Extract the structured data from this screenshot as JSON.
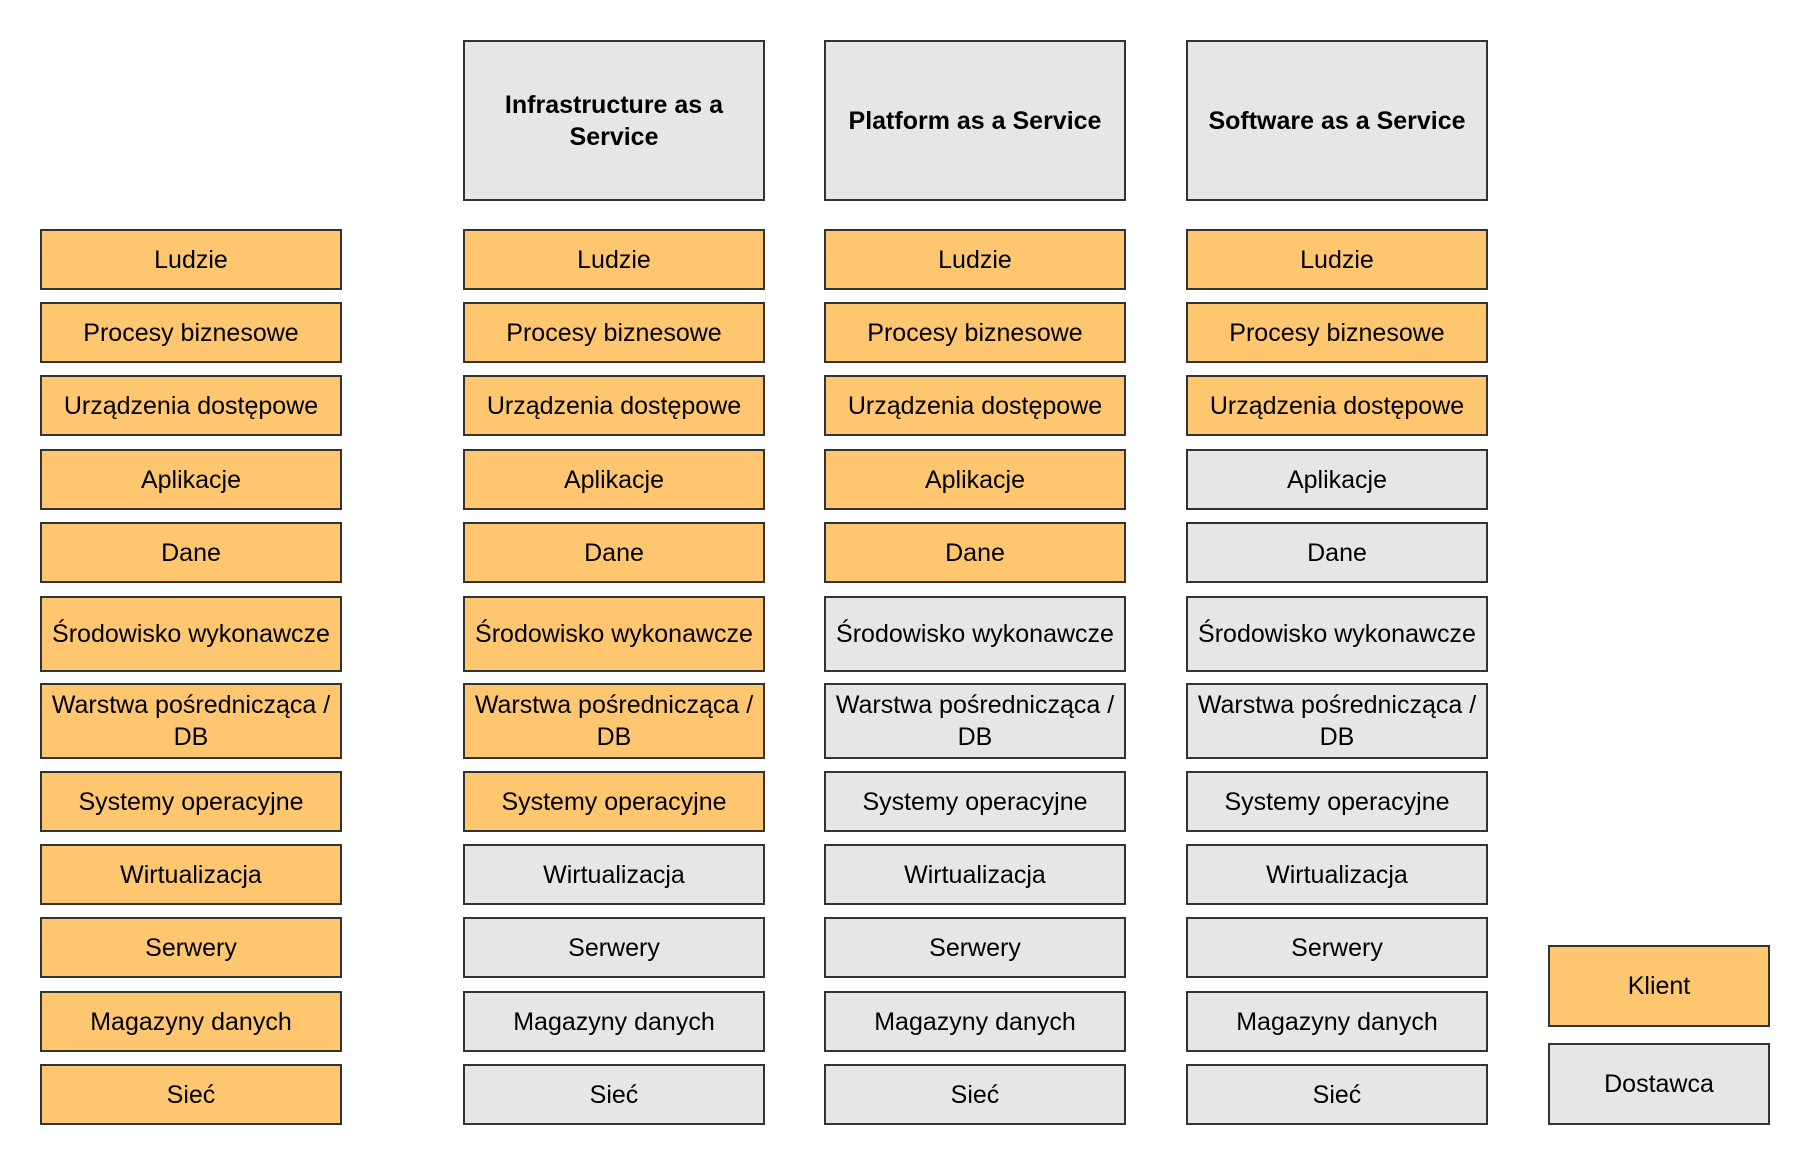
{
  "colors": {
    "client": "#ffc670",
    "provider": "#e6e6e6",
    "border": "#333333"
  },
  "columns": [
    {
      "id": "on-premises",
      "title": "",
      "layers": [
        {
          "label": "Ludzie",
          "owner": "client"
        },
        {
          "label": "Procesy biznesowe",
          "owner": "client"
        },
        {
          "label": "Urządzenia dostępowe",
          "owner": "client"
        },
        {
          "label": "Aplikacje",
          "owner": "client"
        },
        {
          "label": "Dane",
          "owner": "client"
        },
        {
          "label": "Środowisko wykonawcze",
          "owner": "client"
        },
        {
          "label": "Warstwa pośrednicząca / DB",
          "owner": "client"
        },
        {
          "label": "Systemy operacyjne",
          "owner": "client"
        },
        {
          "label": "Wirtualizacja",
          "owner": "client"
        },
        {
          "label": "Serwery",
          "owner": "client"
        },
        {
          "label": "Magazyny danych",
          "owner": "client"
        },
        {
          "label": "Sieć",
          "owner": "client"
        }
      ]
    },
    {
      "id": "iaas",
      "title": "Infrastructure as a Service",
      "layers": [
        {
          "label": "Ludzie",
          "owner": "client"
        },
        {
          "label": "Procesy biznesowe",
          "owner": "client"
        },
        {
          "label": "Urządzenia dostępowe",
          "owner": "client"
        },
        {
          "label": "Aplikacje",
          "owner": "client"
        },
        {
          "label": "Dane",
          "owner": "client"
        },
        {
          "label": "Środowisko wykonawcze",
          "owner": "client"
        },
        {
          "label": "Warstwa pośrednicząca / DB",
          "owner": "client"
        },
        {
          "label": "Systemy operacyjne",
          "owner": "client"
        },
        {
          "label": "Wirtualizacja",
          "owner": "provider"
        },
        {
          "label": "Serwery",
          "owner": "provider"
        },
        {
          "label": "Magazyny danych",
          "owner": "provider"
        },
        {
          "label": "Sieć",
          "owner": "provider"
        }
      ]
    },
    {
      "id": "paas",
      "title": "Platform as a Service",
      "layers": [
        {
          "label": "Ludzie",
          "owner": "client"
        },
        {
          "label": "Procesy biznesowe",
          "owner": "client"
        },
        {
          "label": "Urządzenia dostępowe",
          "owner": "client"
        },
        {
          "label": "Aplikacje",
          "owner": "client"
        },
        {
          "label": "Dane",
          "owner": "client"
        },
        {
          "label": "Środowisko wykonawcze",
          "owner": "provider"
        },
        {
          "label": "Warstwa pośrednicząca / DB",
          "owner": "provider"
        },
        {
          "label": "Systemy operacyjne",
          "owner": "provider"
        },
        {
          "label": "Wirtualizacja",
          "owner": "provider"
        },
        {
          "label": "Serwery",
          "owner": "provider"
        },
        {
          "label": "Magazyny danych",
          "owner": "provider"
        },
        {
          "label": "Sieć",
          "owner": "provider"
        }
      ]
    },
    {
      "id": "saas",
      "title": "Software as a Service",
      "layers": [
        {
          "label": "Ludzie",
          "owner": "client"
        },
        {
          "label": "Procesy biznesowe",
          "owner": "client"
        },
        {
          "label": "Urządzenia dostępowe",
          "owner": "client"
        },
        {
          "label": "Aplikacje",
          "owner": "provider"
        },
        {
          "label": "Dane",
          "owner": "provider"
        },
        {
          "label": "Środowisko wykonawcze",
          "owner": "provider"
        },
        {
          "label": "Warstwa pośrednicząca / DB",
          "owner": "provider"
        },
        {
          "label": "Systemy operacyjne",
          "owner": "provider"
        },
        {
          "label": "Wirtualizacja",
          "owner": "provider"
        },
        {
          "label": "Serwery",
          "owner": "provider"
        },
        {
          "label": "Magazyny danych",
          "owner": "provider"
        },
        {
          "label": "Sieć",
          "owner": "provider"
        }
      ]
    }
  ],
  "legend": {
    "client_label": "Klient",
    "provider_label": "Dostawca"
  }
}
